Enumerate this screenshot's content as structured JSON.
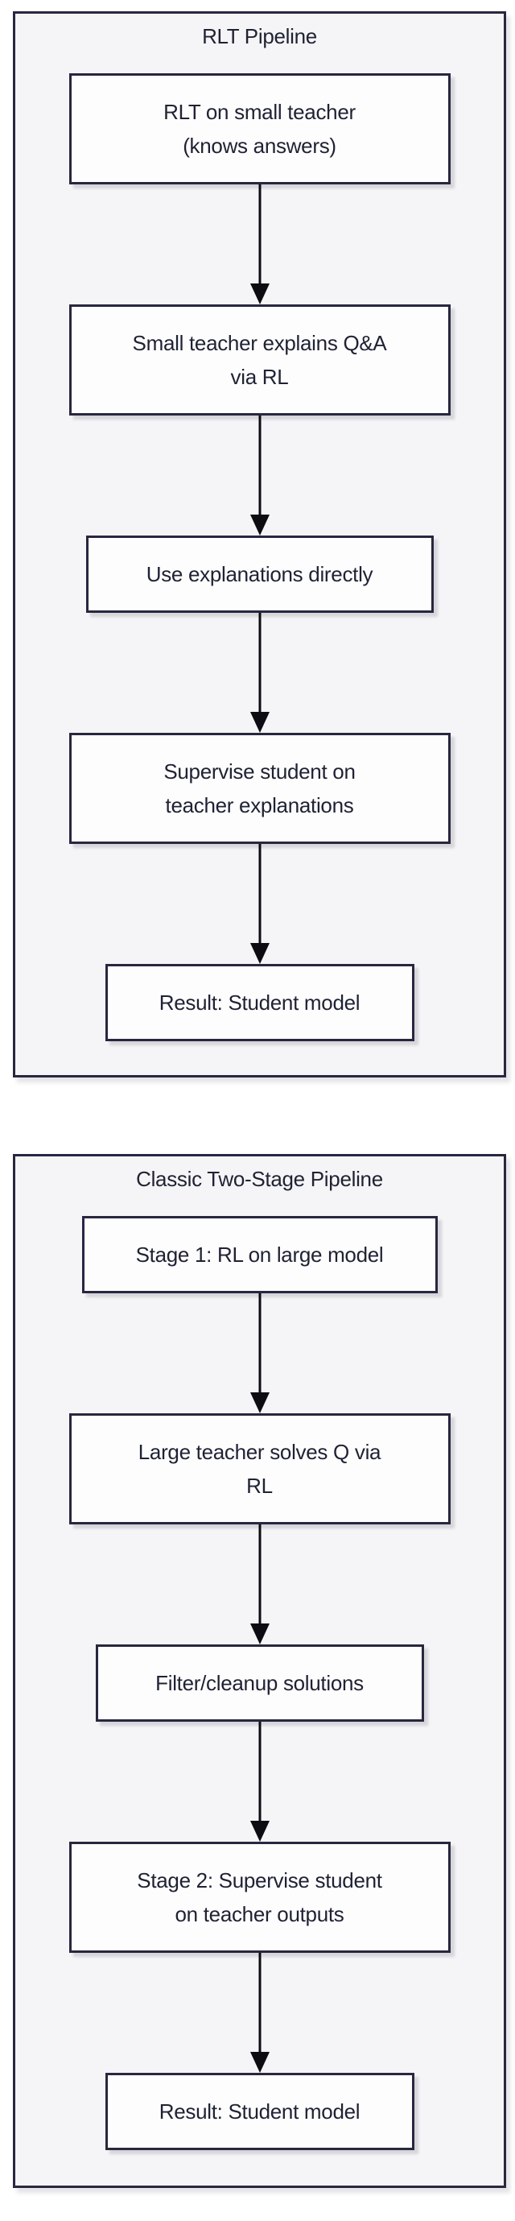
{
  "colors": {
    "page_bg": "#ffffff",
    "frame_bg": "#f5f5f7",
    "frame_border": "#27273f",
    "node_bg": "#fdfdfe",
    "node_border": "#27273f",
    "text": "#1f2233",
    "arrow": "#0c0c12"
  },
  "pipelines": [
    {
      "title": "RLT Pipeline",
      "nodes": [
        "RLT on small teacher\n(knows answers)",
        "Small teacher explains Q&A\nvia RL",
        "Use explanations directly",
        "Supervise student on\nteacher explanations",
        "Result: Student model"
      ]
    },
    {
      "title": "Classic Two-Stage Pipeline",
      "nodes": [
        "Stage 1: RL on large model",
        "Large teacher solves Q via\nRL",
        "Filter/cleanup solutions",
        "Stage 2: Supervise student\non teacher outputs",
        "Result: Student model"
      ]
    }
  ]
}
